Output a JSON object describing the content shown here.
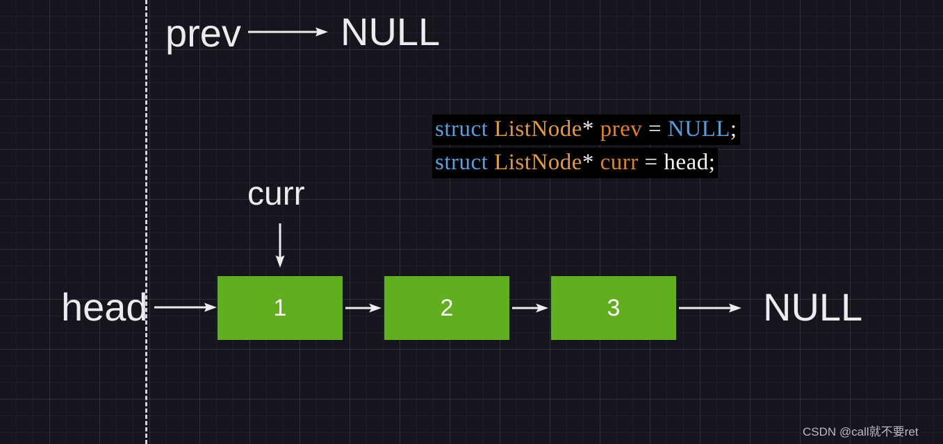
{
  "diagram": {
    "title": "linked-list reversal state",
    "background_color": "#16141d",
    "node_color": "#61ae1e",
    "text_color": "#ececed",
    "pointers": {
      "prev_label": "prev",
      "prev_target": "NULL",
      "curr_label": "curr",
      "head_label": "head",
      "tail_null": "NULL"
    },
    "nodes": [
      {
        "value": "1"
      },
      {
        "value": "2"
      },
      {
        "value": "3"
      }
    ],
    "code": {
      "lines": [
        {
          "tokens": [
            {
              "text": "struct ",
              "type": "kw"
            },
            {
              "text": "ListNode",
              "type": "type"
            },
            {
              "text": "* ",
              "type": "plain"
            },
            {
              "text": "prev",
              "type": "var"
            },
            {
              "text": " = ",
              "type": "plain"
            },
            {
              "text": "NULL",
              "type": "null"
            },
            {
              "text": ";",
              "type": "plain"
            }
          ]
        },
        {
          "tokens": [
            {
              "text": "struct ",
              "type": "kw"
            },
            {
              "text": "ListNode",
              "type": "type"
            },
            {
              "text": "* ",
              "type": "plain"
            },
            {
              "text": "curr",
              "type": "var"
            },
            {
              "text": " = ",
              "type": "plain"
            },
            {
              "text": "head",
              "type": "plain"
            },
            {
              "text": ";",
              "type": "plain"
            }
          ]
        }
      ],
      "colors": {
        "keyword": "#4fa3e3",
        "type": "#e89a2c",
        "variable": "#e8811a",
        "plain": "#f2f2f2",
        "null": "#4fa3e3"
      }
    },
    "watermark": "CSDN @call就不要ret"
  }
}
